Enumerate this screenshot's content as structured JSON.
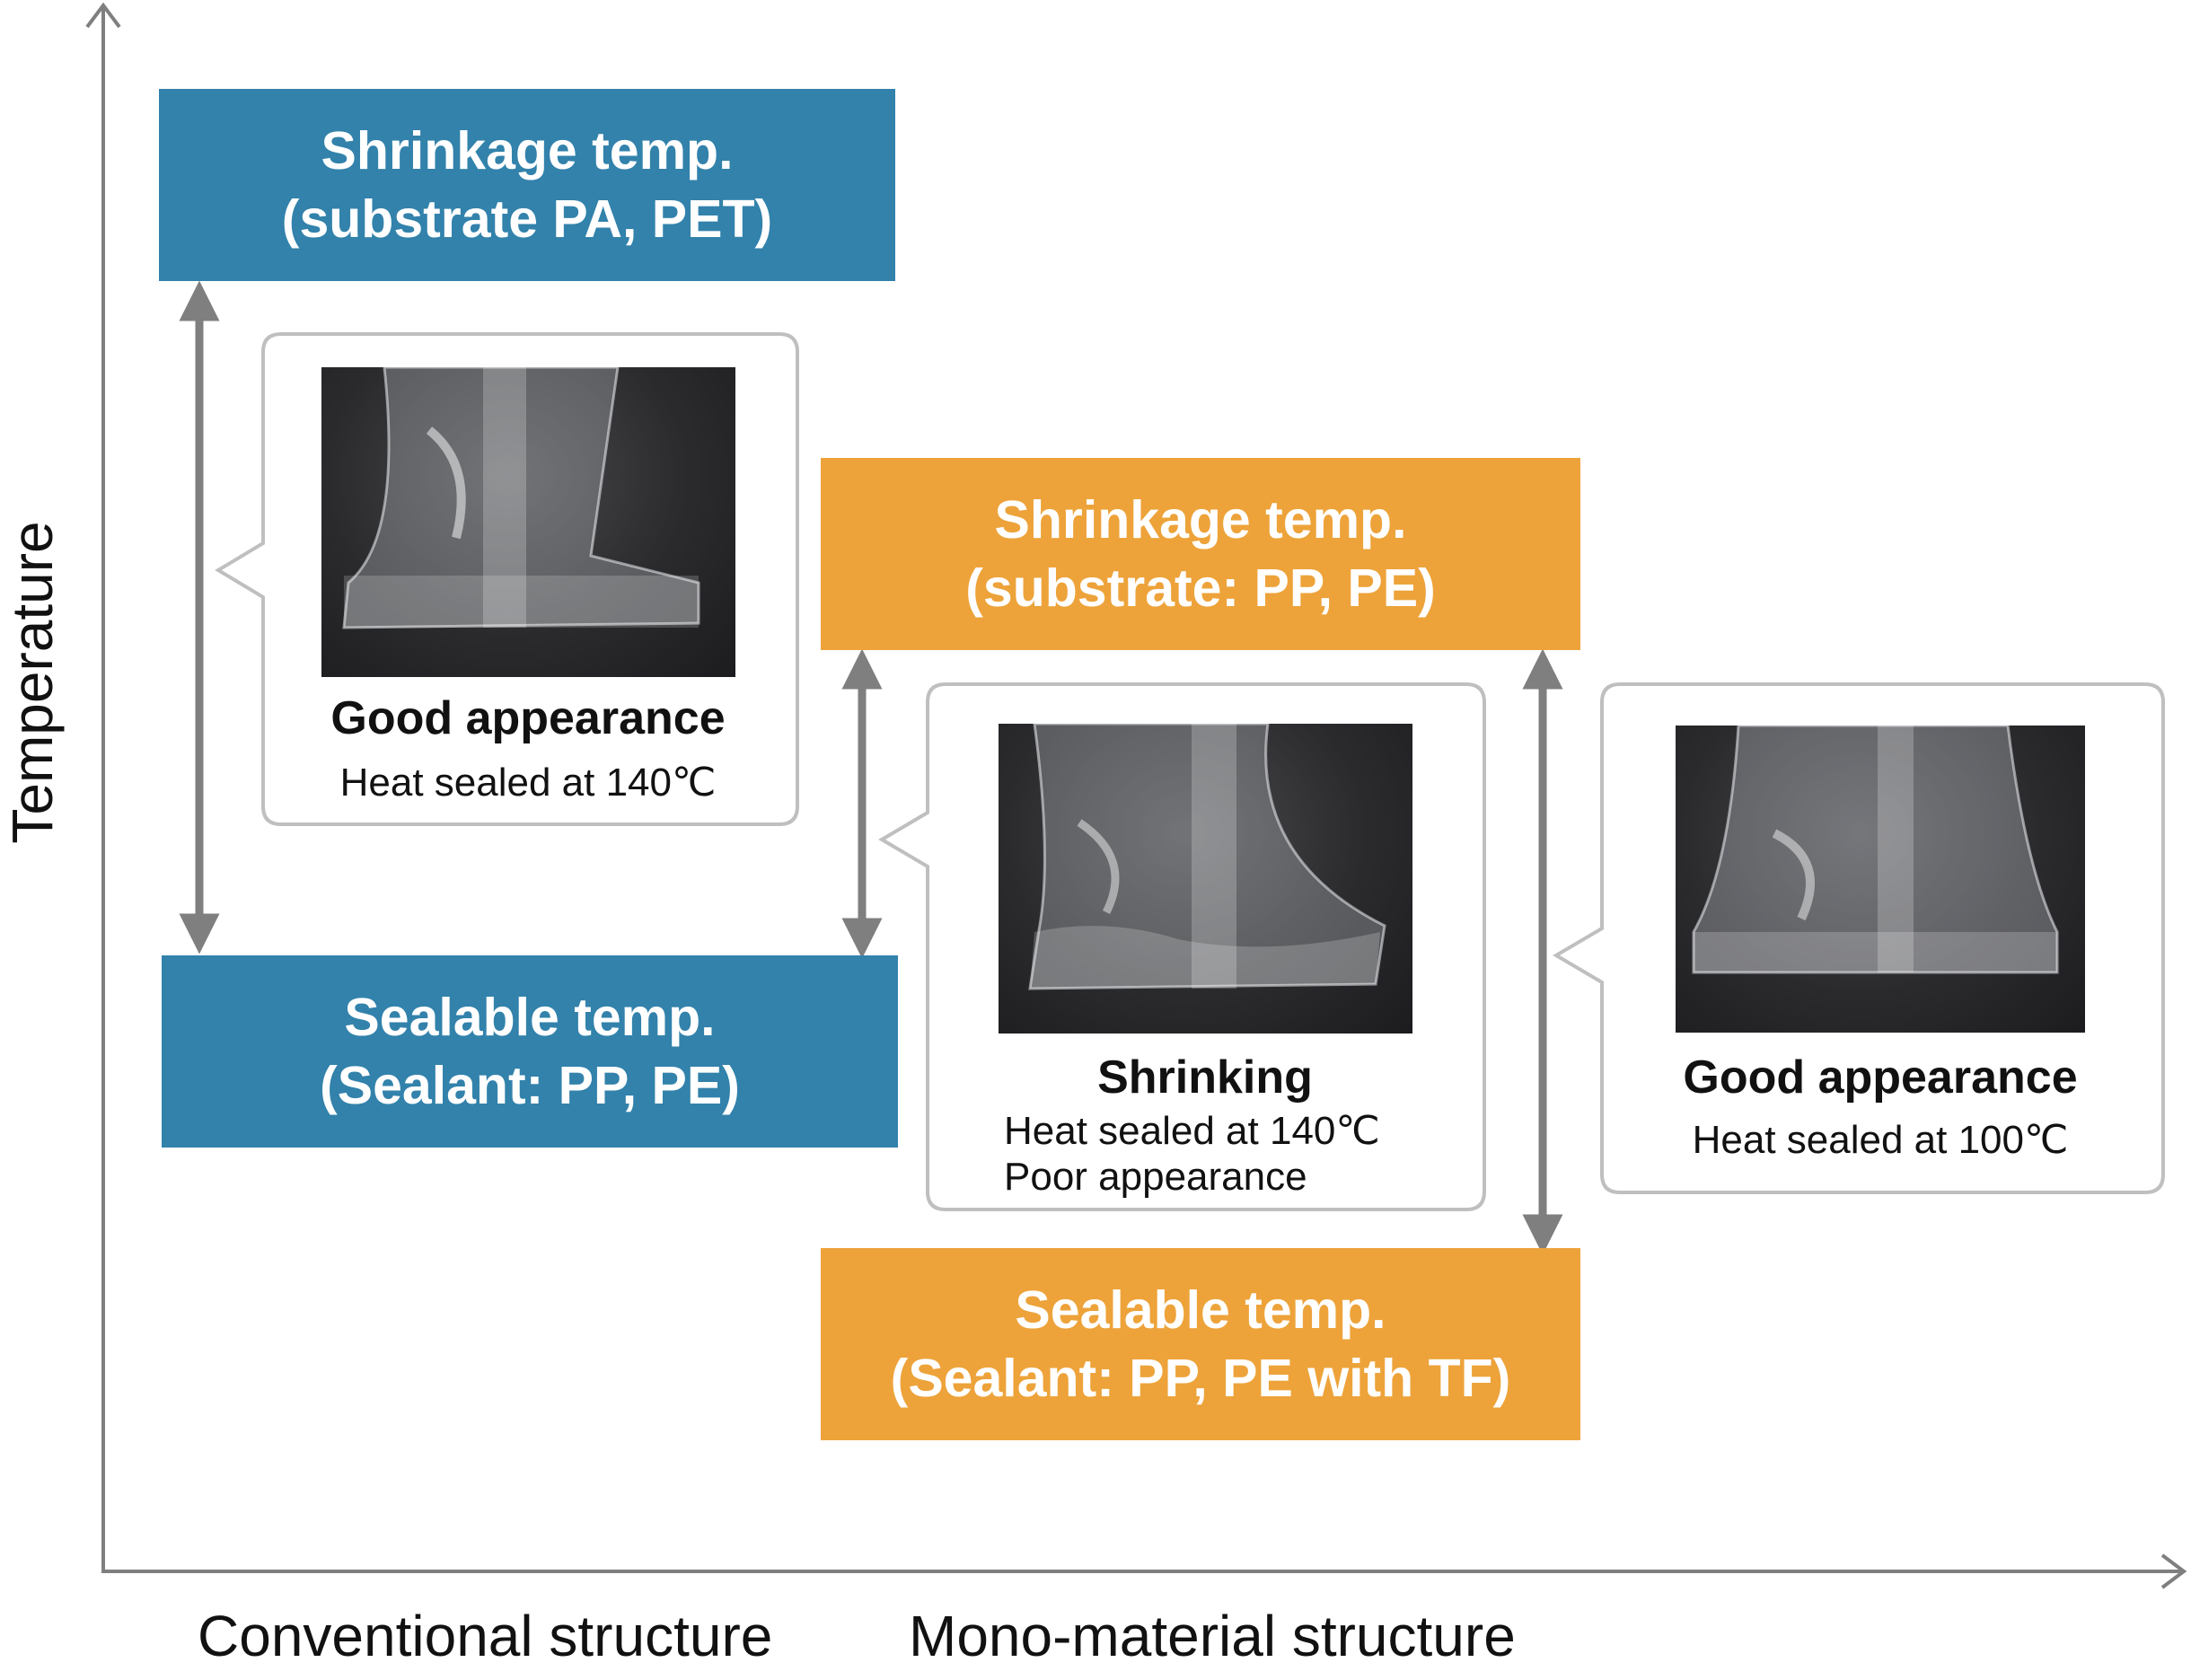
{
  "axes": {
    "y_label": "Temperature",
    "x_labels": [
      "Conventional structure",
      "Mono-material structure"
    ]
  },
  "conventional": {
    "shrinkage": {
      "line1": "Shrinkage temp.",
      "line2": "(substrate PA, PET)"
    },
    "sealable": {
      "line1": "Sealable temp.",
      "line2": "(Sealant: PP, PE)"
    },
    "callout": {
      "title": "Good appearance",
      "text": "Heat sealed at 140℃"
    }
  },
  "mono": {
    "shrinkage": {
      "line1": "Shrinkage temp.",
      "line2": "(substrate: PP, PE)"
    },
    "sealable": {
      "line1": "Sealable temp.",
      "line2": "(Sealant: PP, PE with TF)"
    },
    "callout_shrinking": {
      "title": "Shrinking",
      "text1": "Heat sealed at 140℃",
      "text2": "Poor appearance"
    },
    "callout_good": {
      "title": "Good appearance",
      "text": "Heat sealed at 100℃"
    }
  },
  "colors": {
    "conventional": "#3282AB",
    "mono": "#EDA33A",
    "arrow": "#7F7F7F",
    "axis": "#7F7F7F",
    "callout_border": "#BFBFBF"
  },
  "icons": [
    "double-arrow-icon",
    "axis-arrow-icon"
  ]
}
